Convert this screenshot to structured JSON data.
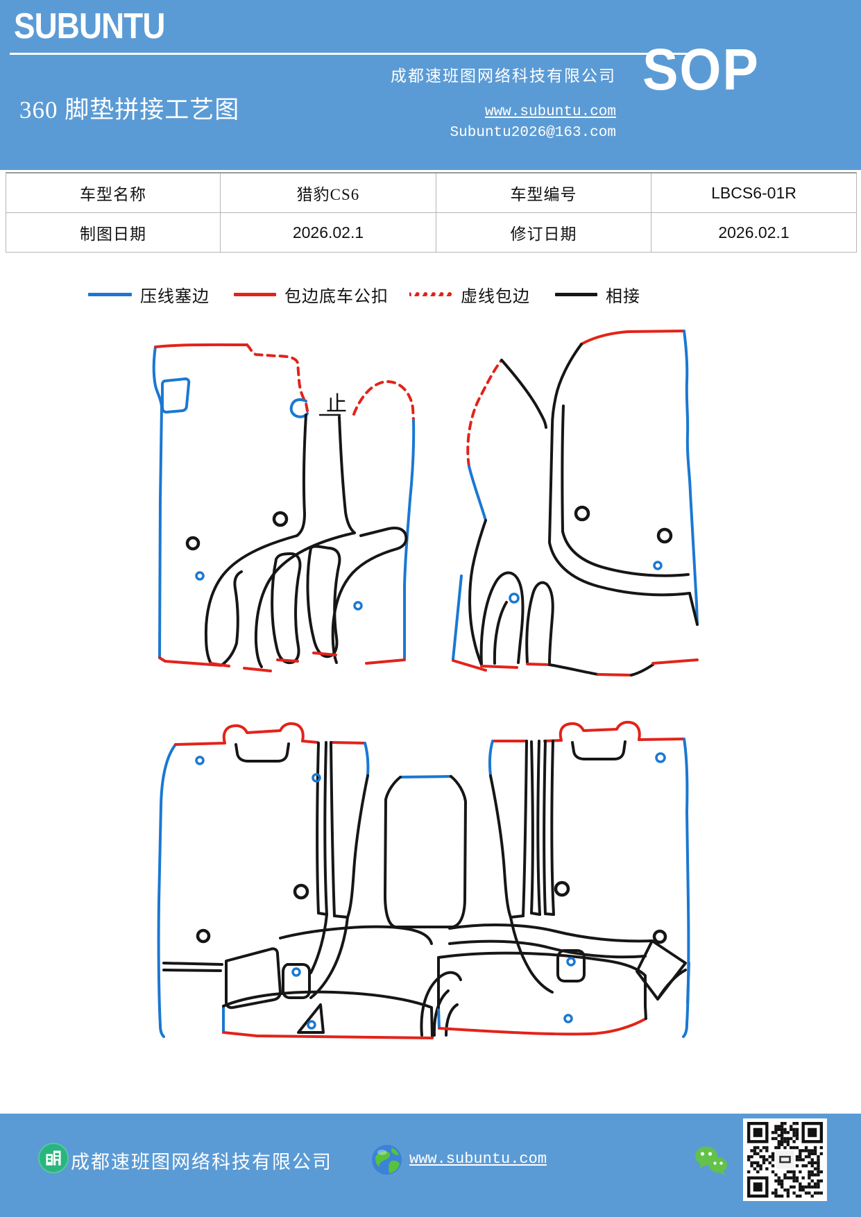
{
  "colors": {
    "header_bg": "#5b9bd5",
    "footer_bg": "#5b9bd5",
    "line_blue": "#1a78d2",
    "line_red": "#e2231a",
    "line_black": "#161616",
    "table_border": "#b5b5b5",
    "wechat_green": "#62c24a",
    "building_green": "#2ab57f"
  },
  "header": {
    "brand": "SUBUNTU",
    "company": "成都速班图网络科技有限公司",
    "title": "360 脚垫拼接工艺图",
    "website": "www.subuntu.com",
    "email": "Subuntu2026@163.com",
    "sop": "SOP"
  },
  "info_table": {
    "rows": [
      [
        "车型名称",
        "猎豹CS6",
        "车型编号",
        "LBCS6-01R"
      ],
      [
        "制图日期",
        "2026.02.1",
        "修订日期",
        "2026.02.1"
      ]
    ]
  },
  "legend": {
    "items": [
      {
        "label": "压线塞边",
        "style": "solid",
        "color": "#1a78d2"
      },
      {
        "label": "包边底车公扣",
        "style": "solid",
        "color": "#e2231a"
      },
      {
        "label": "虚线包边",
        "style": "dashed",
        "color": "#e2231a"
      },
      {
        "label": "相接",
        "style": "solid",
        "color": "#161616"
      }
    ]
  },
  "diagram": {
    "annotation": "止"
  },
  "footer": {
    "company": "成都速班图网络科技有限公司",
    "website": "www.subuntu.com"
  }
}
